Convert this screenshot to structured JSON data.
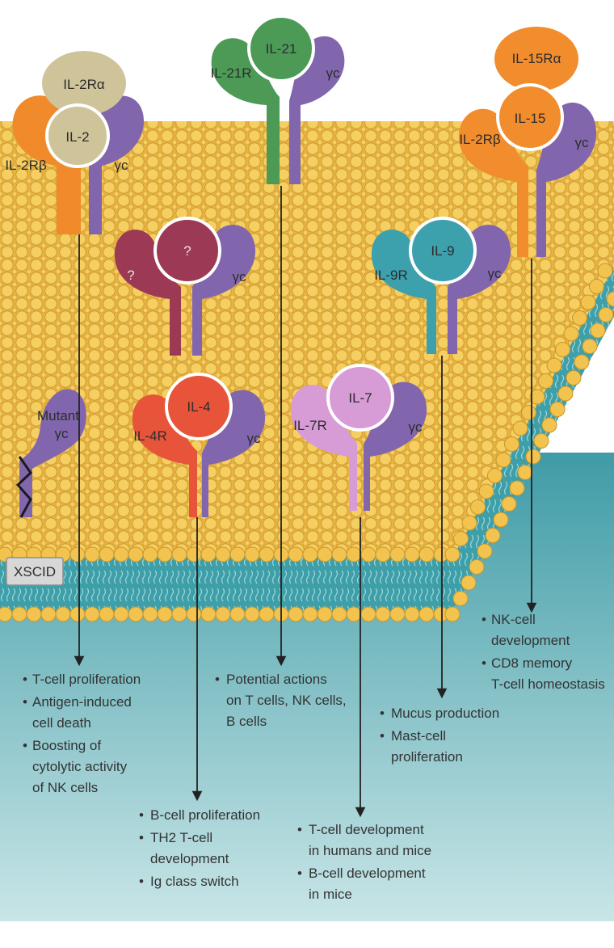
{
  "colors": {
    "membrane": "#f2c34f",
    "membrane_edge": "#c9962a",
    "cytoplasm_top": "#3f9ba6",
    "cytoplasm_bottom": "#cfe9ea",
    "gamma_c": "#8266ad",
    "il2_cytokine": "#cfc39a",
    "il2r_beta": "#f08a2b",
    "il21": "#4c9a56",
    "il15": "#f28d2e",
    "unknown": "#9c3a55",
    "il9": "#3da0ad",
    "il4": "#e8543a",
    "il7": "#d79bd6"
  },
  "complexes": [
    {
      "id": "il2",
      "labels": [
        "IL-2Rα",
        "IL-2",
        "IL-2Rβ",
        "γc"
      ]
    },
    {
      "id": "il21",
      "labels": [
        "IL-21",
        "IL-21R",
        "γc"
      ]
    },
    {
      "id": "il15",
      "labels": [
        "IL-15Rα",
        "IL-15",
        "IL-2Rβ",
        "γc"
      ]
    },
    {
      "id": "unknown",
      "labels": [
        "?",
        "?",
        "γc"
      ]
    },
    {
      "id": "il9",
      "labels": [
        "IL-9",
        "IL-9R",
        "γc"
      ]
    },
    {
      "id": "il4",
      "labels": [
        "IL-4",
        "IL-4R",
        "γc"
      ]
    },
    {
      "id": "il7",
      "labels": [
        "IL-7",
        "IL-7R",
        "γc"
      ]
    },
    {
      "id": "mutant",
      "labels": [
        "Mutant",
        "γc"
      ]
    }
  ],
  "xscid": "XSCID",
  "effects": {
    "il2": [
      "T-cell proliferation",
      "Antigen-induced",
      "cell death",
      "Boosting of",
      "cytolytic activity",
      "of NK cells"
    ],
    "il21": [
      "Potential actions",
      "on T cells, NK cells,",
      "B cells"
    ],
    "il15": [
      "NK-cell",
      "development",
      "CD8 memory",
      "T-cell homeostasis"
    ],
    "il9": [
      "Mucus production",
      "Mast-cell",
      "proliferation"
    ],
    "il4": [
      "B-cell proliferation",
      "TH2 T-cell",
      "development",
      "Ig class switch"
    ],
    "il7": [
      "T-cell development",
      "in humans and mice",
      "B-cell development",
      "in mice"
    ]
  }
}
